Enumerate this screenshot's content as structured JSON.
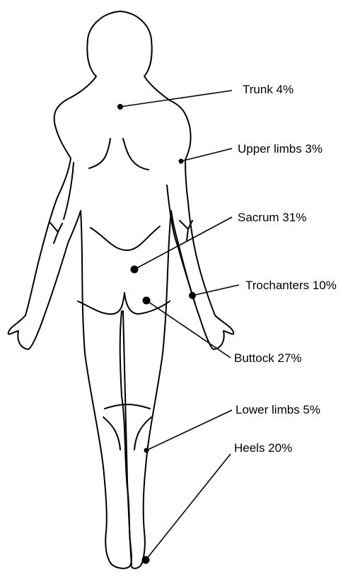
{
  "figure": {
    "regions": [
      {
        "id": "trunk",
        "name": "Trunk",
        "percent": 4,
        "label": "Trunk 4%"
      },
      {
        "id": "upper-limbs",
        "name": "Upper limbs",
        "percent": 3,
        "label": "Upper limbs 3%"
      },
      {
        "id": "sacrum",
        "name": "Sacrum",
        "percent": 31,
        "label": "Sacrum 31%"
      },
      {
        "id": "trochanters",
        "name": "Trochanters",
        "percent": 10,
        "label": "Trochanters 10%"
      },
      {
        "id": "buttock",
        "name": "Buttock",
        "percent": 27,
        "label": "Buttock 27%"
      },
      {
        "id": "lower-limbs",
        "name": "Lower limbs",
        "percent": 5,
        "label": "Lower limbs 5%"
      },
      {
        "id": "heels",
        "name": "Heels",
        "percent": 20,
        "label": "Heels 20%"
      }
    ]
  }
}
